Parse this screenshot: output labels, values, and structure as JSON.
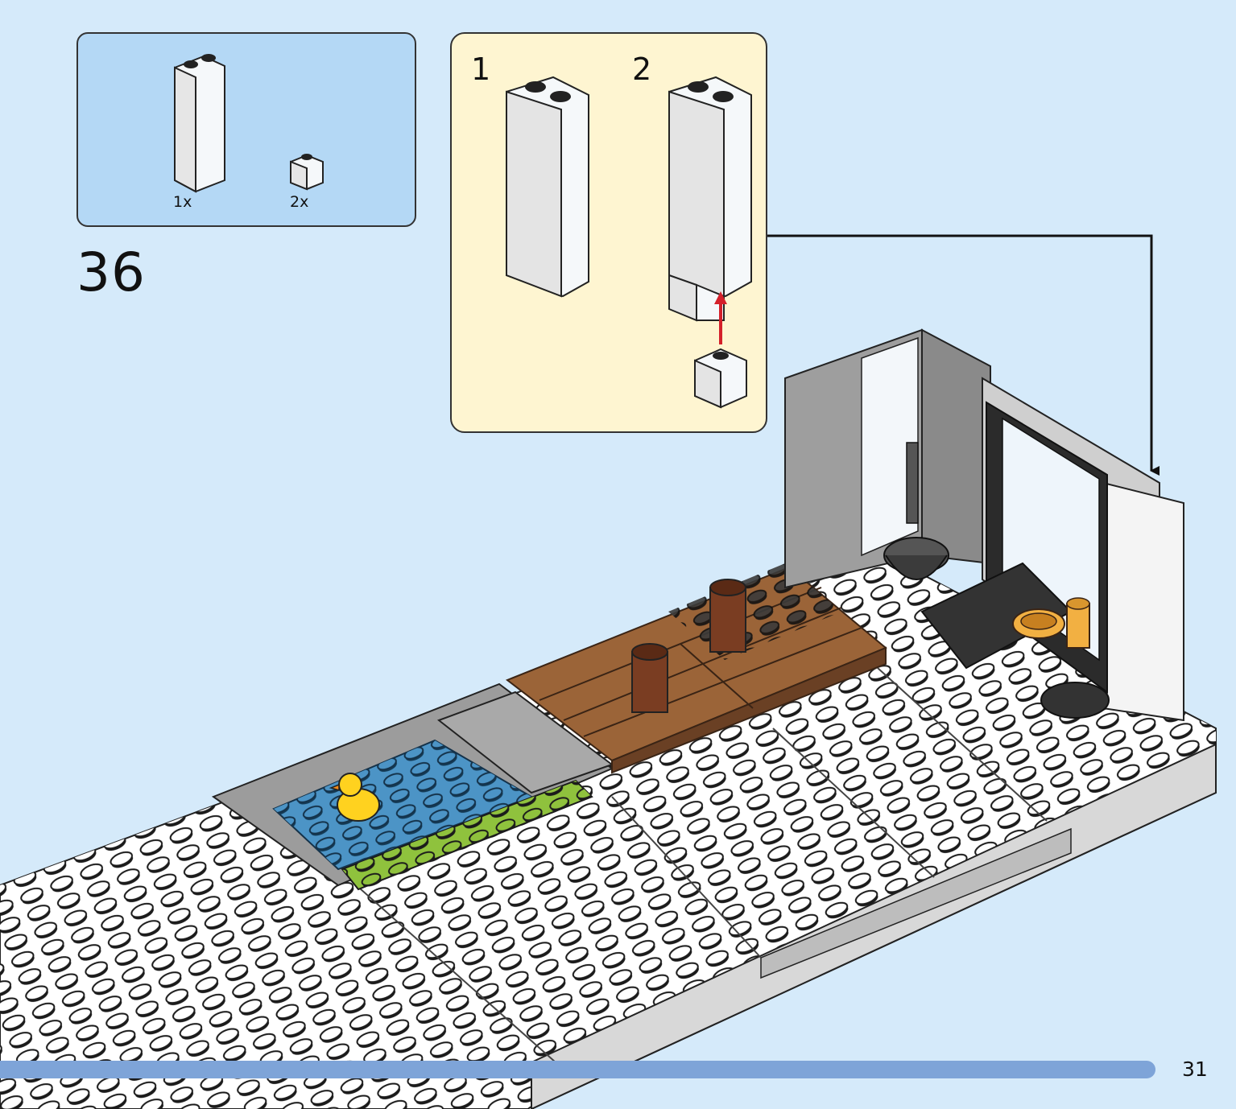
{
  "parts_list": {
    "items": [
      {
        "quantity": "1x",
        "part": "white-brick-1x2x5-icon"
      },
      {
        "quantity": "2x",
        "part": "white-brick-1x1-icon"
      }
    ]
  },
  "step": {
    "number": "36"
  },
  "sub_assembly": {
    "steps": [
      {
        "number": "1",
        "part": "white-brick-1x2x5-icon"
      },
      {
        "number": "2",
        "part": "white-pillar-assembly-icon"
      }
    ],
    "arrow_color": "#d4202a"
  },
  "scene": {
    "elements": [
      "white-baseplate-icon",
      "blue-water-tile-icon",
      "yellow-duck-icon",
      "lime-plate-icon",
      "brown-dock-icon",
      "brown-post-icon",
      "gray-wall-icon",
      "window-icon",
      "black-pot-icon",
      "gold-bowl-icon",
      "tan-bottle-icon",
      "placement-arrow-icon"
    ]
  },
  "footer": {
    "progress": 0.935,
    "progress_color": "#7ea4d8",
    "page_number": "31"
  },
  "colors": {
    "background": "#d5eafa",
    "parts_box": "#b4d8f5",
    "sub_box": "#fef5d1"
  }
}
